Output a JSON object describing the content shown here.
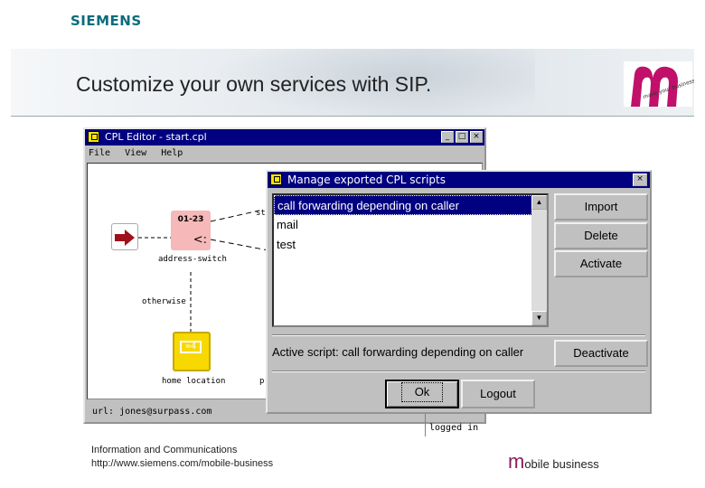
{
  "brand": {
    "name": "SIEMENS",
    "accent": "#0a6b7d"
  },
  "banner": {
    "title": "Customize your own services with SIP.",
    "logo_icon": "m-logo-icon"
  },
  "editor": {
    "title": "CPL Editor - start.cpl",
    "menu": [
      "File",
      "View",
      "Help"
    ],
    "nodes": {
      "address_label": "01-23",
      "address_caption": "address-switch",
      "location_caption": "home location",
      "otherwise_caption": "otherwise",
      "location_symbol": "=4"
    },
    "status_url": "url: jones@surpass.com",
    "status_right": "Not logged in"
  },
  "dialog": {
    "title": "Manage exported CPL scripts",
    "scripts": [
      "call forwarding depending on caller",
      "mail",
      "test"
    ],
    "selected_index": 0,
    "buttons": {
      "import": "Import",
      "delete": "Delete",
      "activate": "Activate",
      "deactivate": "Deactivate",
      "ok": "Ok",
      "logout": "Logout"
    },
    "active_script_label": "Active script: call forwarding depending on caller"
  },
  "footer": {
    "line1": "Information and Communications",
    "line2": "http://www.siemens.com/mobile-business",
    "logo_m": "m",
    "logo_rest": "obile business",
    "logo_color": "#8a1e5e"
  }
}
